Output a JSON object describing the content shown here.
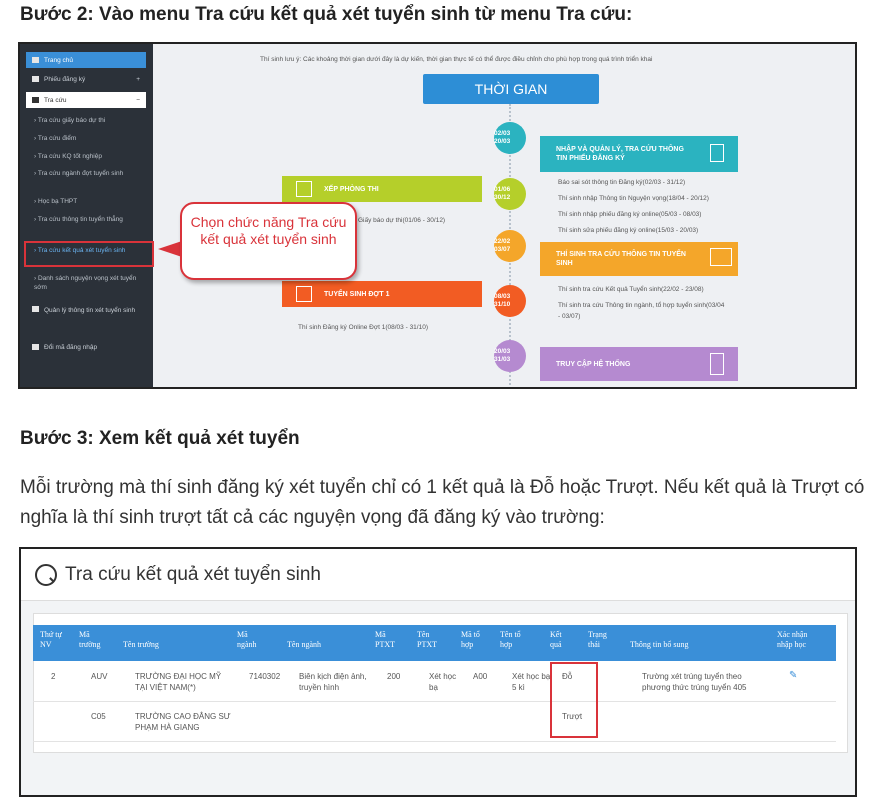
{
  "step2_heading": "Bước 2: Vào menu Tra cứu kết quả xét tuyển sinh từ menu Tra cứu:",
  "step3_heading": "Bước 3: Xem kết quả xét tuyển",
  "paragraph": "Mỗi trường mà thí sinh đăng ký xét tuyển chỉ có 1 kết quả là Đỗ hoặc Trượt. Nếu kết quả là Trượt có nghĩa là thí sinh trượt tất cả các nguyện vọng đã đăng ký vào trường:",
  "sidebar": {
    "home": "Trang chủ",
    "phieu_dang_ky": "Phiếu đăng ký",
    "phieu_plus": "+",
    "tra_cuu": "Tra cứu",
    "tra_cuu_minus": "−",
    "sub_items": [
      "› Tra cứu giấy báo dự thi",
      "› Tra cứu điểm",
      "› Tra cứu KQ tốt nghiệp",
      "› Tra cứu ngành đợt tuyển sinh",
      "› Học bạ THPT",
      "› Tra cứu thông tin tuyển thẳng",
      "› Tra cứu kết quả xét tuyển sinh",
      "› Danh sách nguyện vọng xét tuyển sớm"
    ],
    "quan_ly": "Quản lý thông tin xét tuyển sinh",
    "doi_mat_khau": "Đổi mã đăng nhập"
  },
  "timeline": {
    "notice": "Thí sinh lưu ý: Các khoảng thời gian dưới đây là dự kiến, thời gian thực tế có thể được điều chỉnh cho phù hợp trong quá trình triển khai",
    "banner": "THỜI GIAN",
    "dates": [
      "02/03 20/03",
      "01/06 30/12",
      "22/02 03/07",
      "08/03 31/10",
      "20/03 31/03"
    ],
    "ribbon_nhap": "NHẬP VÀ QUẢN LÝ, TRA CỨU THÔNG TIN PHIẾU ĐĂNG KÝ",
    "ribbon_xep": "XẾP PHÒNG THI",
    "ribbon_tra_cuu": "THÍ SINH TRA CỨU THÔNG TIN TUYỂN SINH",
    "ribbon_tuyen_sinh": "TUYỂN SINH ĐỢT 1",
    "ribbon_truy_cap": "TRUY CẬP HỆ THỐNG",
    "nhap_lines": [
      "Báo sai sót thông tin Đăng ký(02/03 - 31/12)",
      "Thí sinh nhập Thông tin Nguyện vọng(18/04 - 20/12)",
      "Thí sinh nhập phiếu đăng ký online(05/03 - 08/03)",
      "Thí sinh sửa phiếu đăng ký online(15/03 - 20/03)"
    ],
    "xep_line": "Giấy báo dự thi(01/06 - 30/12)",
    "tra_cuu_lines": [
      "Thí sinh tra cứu Kết quả Tuyển sinh(22/02 - 23/08)",
      "Thí sinh tra cứu Thông tin ngành, tổ hợp tuyển sinh(03/04 - 03/07)"
    ],
    "tuyen_sinh_line": "Thí sinh Đăng ký Online Đợt 1(08/03 - 31/10)"
  },
  "callout": "Chọn chức năng Tra cứu kết quả xét tuyển sinh",
  "result_page": {
    "title": "Tra cứu kết quả xét tuyển sinh",
    "headers": [
      "Thứ tự NV",
      "Mã trường",
      "Tên trường",
      "Mã ngành",
      "Tên ngành",
      "Mã PTXT",
      "Tên PTXT",
      "Mã tổ hợp",
      "Tên tổ hợp",
      "Kết quả",
      "Trạng thái",
      "Thông tin bổ sung",
      "Xác nhận nhập học"
    ],
    "rows": [
      {
        "stt": "2",
        "ma_truong": "AUV",
        "ten_truong": "TRƯỜNG ĐẠI HỌC MỸ TẠI VIỆT NAM(*)",
        "ma_nganh": "7140302",
        "ten_nganh": "Biên kịch điện ảnh, truyền hình",
        "ma_ptxt": "200",
        "ten_ptxt": "Xét học bạ",
        "ma_to_hop": "A00",
        "ten_to_hop": "Xét học bạ 5 kì",
        "ket_qua": "Đỗ",
        "thong_tin": "Trường xét trúng tuyển theo phương thức trúng tuyển 405"
      },
      {
        "ma_truong": "C05",
        "ten_truong": "TRƯỜNG CAO ĐẲNG SƯ PHẠM HÀ GIANG",
        "ket_qua": "Trượt"
      }
    ]
  },
  "colors": {
    "sidebar_bg": "#2b3139",
    "accent_blue": "#3a8fd8",
    "highlight_red": "#d9333a",
    "teal": "#2bb3c0",
    "lime": "#b5cf2a",
    "orange": "#f4a62a",
    "red_orange": "#f25c23",
    "purple": "#b58ad0"
  },
  "icons": [
    "home-icon",
    "file-icon",
    "search-icon",
    "grid-icon",
    "key-icon",
    "magnifier-icon",
    "edit-icon",
    "document-icon",
    "monitor-icon",
    "phone-icon",
    "checklist-icon"
  ]
}
